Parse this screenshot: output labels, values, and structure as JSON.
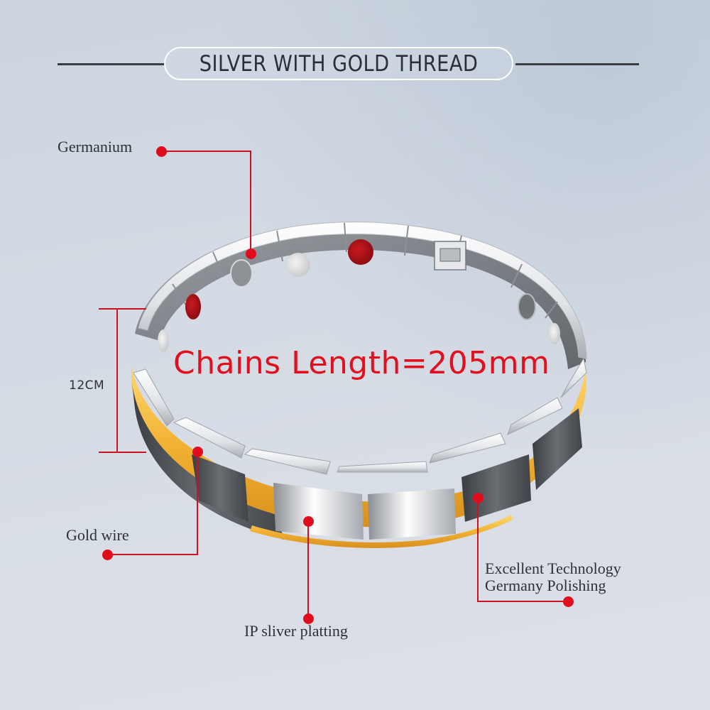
{
  "header": {
    "title": "SILVER WITH GOLD THREAD"
  },
  "callouts": {
    "germanium": "Germanium",
    "gold_wire": "Gold wire",
    "ip_silver": "IP sliver platting",
    "technology_line1": "Excellent Technology",
    "technology_line2": "Germany Polishing"
  },
  "dimension": {
    "height_label": "12CM"
  },
  "headline": {
    "text": "Chains Length=205mm"
  },
  "colors": {
    "accent_red": "#e10d1d",
    "title_text": "#2c2f35",
    "gold": "#f2b233",
    "silver": "#e8eaee",
    "dark_link": "#55585e"
  }
}
